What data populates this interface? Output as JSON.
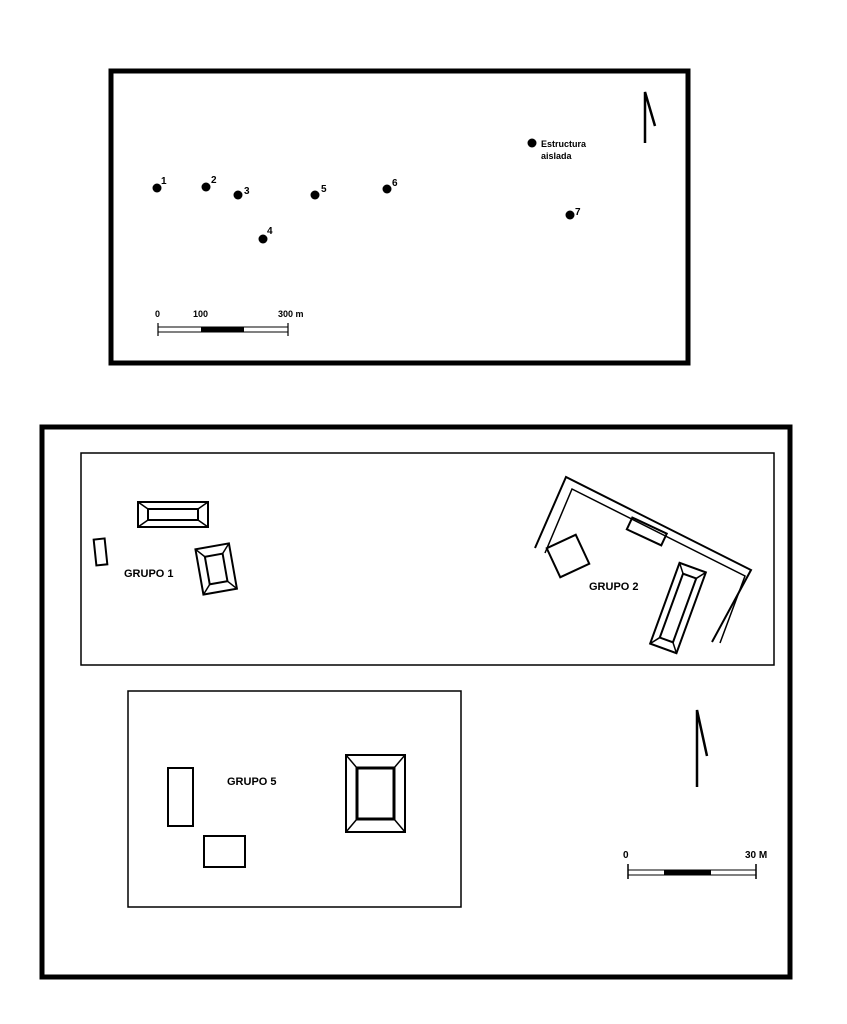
{
  "site_map": {
    "sites": [
      {
        "label": "1"
      },
      {
        "label": "2"
      },
      {
        "label": "3"
      },
      {
        "label": "4"
      },
      {
        "label": "5"
      },
      {
        "label": "6"
      },
      {
        "label": "7"
      }
    ],
    "isolated_label_line1": "Estructura",
    "isolated_label_line2": "aislada",
    "scale": {
      "tick_0": "0",
      "tick_100": "100",
      "tick_300": "300 m"
    }
  },
  "detail_map": {
    "groups": {
      "grupo1": "GRUPO 1",
      "grupo2": "GRUPO 2",
      "grupo5": "GRUPO 5"
    },
    "scale": {
      "tick_0": "0",
      "tick_30": "30 M"
    }
  },
  "colors": {
    "ink": "#000000",
    "paper": "#ffffff"
  }
}
